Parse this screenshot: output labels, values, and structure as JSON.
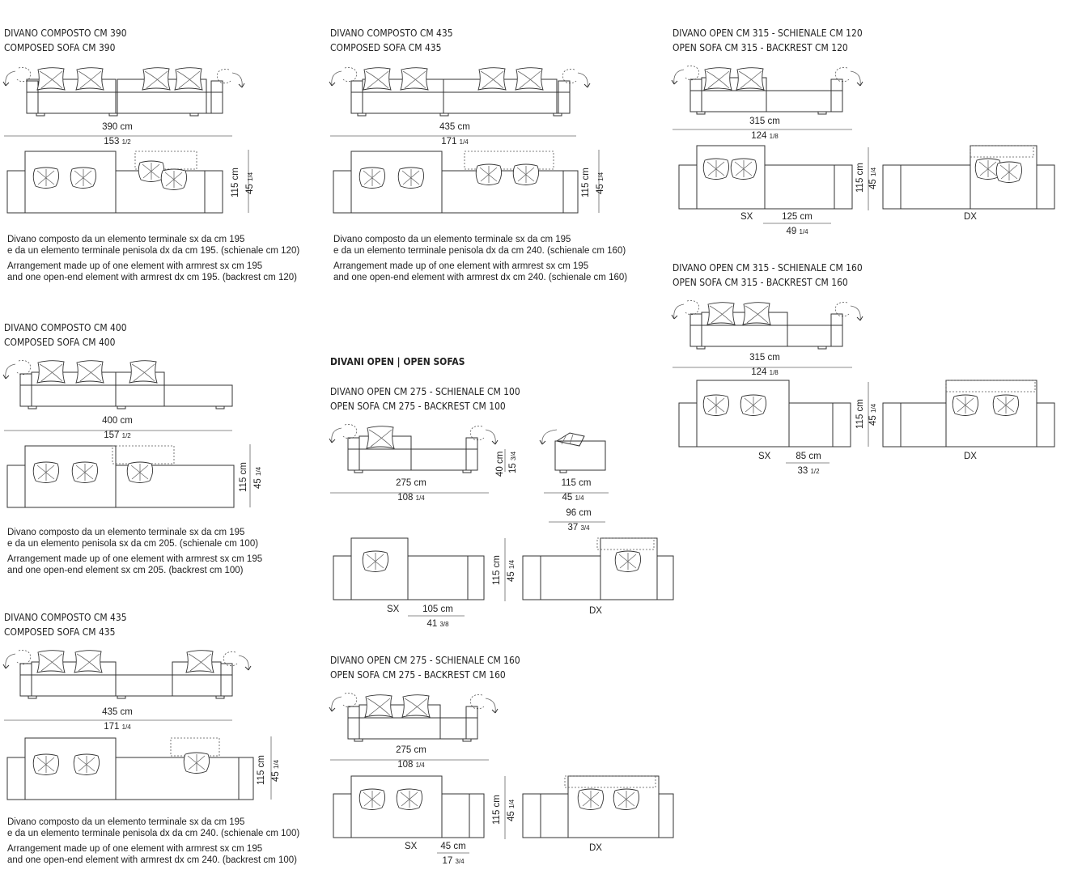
{
  "blocks": [
    {
      "id": "c390",
      "title_it": "DIVANO COMPOSTO CM 390",
      "title_en": "COMPOSED SOFA CM 390",
      "width_cm": "390 cm",
      "width_in": "153",
      "width_in_frac": "1/2",
      "depth_cm": "115 cm",
      "depth_in": "45",
      "depth_in_frac": "1/4",
      "desc_it_1": "Divano composto da un elemento terminale sx da cm 195",
      "desc_it_2": "e da un elemento terminale penisola dx da cm 195. (schienale cm 120)",
      "desc_en_1": "Arrangement made up of one element with armrest sx cm 195",
      "desc_en_2": "and one open-end element with armrest dx cm 195. (backrest cm 120)"
    },
    {
      "id": "c435a",
      "title_it": "DIVANO COMPOSTO CM 435",
      "title_en": "COMPOSED SOFA CM 435",
      "width_cm": "435 cm",
      "width_in": "171",
      "width_in_frac": "1/4",
      "depth_cm": "115 cm",
      "depth_in": "45",
      "depth_in_frac": "1/4",
      "desc_it_1": "Divano composto da un elemento terminale sx da cm 195",
      "desc_it_2": "e da un elemento terminale penisola dx da cm 240. (schienale cm 160)",
      "desc_en_1": "Arrangement made up of one element with armrest sx cm 195",
      "desc_en_2": "and one open-end element with armrest dx cm 240. (schienale cm 160)"
    },
    {
      "id": "c400",
      "title_it": "DIVANO COMPOSTO CM 400",
      "title_en": "COMPOSED SOFA CM 400",
      "width_cm": "400 cm",
      "width_in": "157",
      "width_in_frac": "1/2",
      "depth_cm": "115 cm",
      "depth_in": "45",
      "depth_in_frac": "1/4",
      "desc_it_1": "Divano composto da un elemento terminale sx da cm 195",
      "desc_it_2": "e da un elemento penisola sx da cm 205. (schienale cm 100)",
      "desc_en_1": "Arrangement made up of one element with armrest sx cm 195",
      "desc_en_2": "and one open-end element sx cm 205. (backrest cm 100)"
    },
    {
      "id": "c435b",
      "title_it": "DIVANO COMPOSTO CM 435",
      "title_en": "COMPOSED SOFA CM 435",
      "width_cm": "435 cm",
      "width_in": "171",
      "width_in_frac": "1/4",
      "depth_cm": "115 cm",
      "depth_in": "45",
      "depth_in_frac": "1/4",
      "desc_it_1": "Divano composto da un elemento terminale sx da cm 195",
      "desc_it_2": "e da un elemento terminale penisola dx da cm 240. (schienale cm 100)",
      "desc_en_1": "Arrangement made up of one element with armrest sx cm 195",
      "desc_en_2": "and one open-end element with armrest dx cm 240. (backrest cm 100)"
    }
  ],
  "section_title": "DIVANI OPEN  |  OPEN SOFAS",
  "open": [
    {
      "id": "o275a",
      "title_it": "DIVANO OPEN CM 275 - SCHIENALE CM 100",
      "title_en": "OPEN SOFA CM 275 - BACKREST CM 100",
      "width_cm": "275 cm",
      "width_in": "108",
      "width_in_frac": "1/4",
      "height_cm": "40 cm",
      "height_in": "15",
      "height_in_frac": "3/4",
      "side_depth_cm": "115 cm",
      "side_depth_in": "45",
      "side_depth_in_frac": "1/4",
      "seat_cm": "96 cm",
      "seat_in": "37",
      "seat_in_frac": "3/4",
      "depth_cm": "115 cm",
      "depth_in": "45",
      "depth_in_frac": "1/4",
      "sx": "SX",
      "dx": "DX",
      "back_cm": "105 cm",
      "back_in": "41",
      "back_in_frac": "3/8"
    },
    {
      "id": "o275b",
      "title_it": "DIVANO OPEN CM 275 - SCHIENALE CM 160",
      "title_en": "OPEN SOFA CM 275 - BACKREST CM 160",
      "width_cm": "275 cm",
      "width_in": "108",
      "width_in_frac": "1/4",
      "depth_cm": "115 cm",
      "depth_in": "45",
      "depth_in_frac": "1/4",
      "sx": "SX",
      "dx": "DX",
      "back_cm": "45 cm",
      "back_in": "17",
      "back_in_frac": "3/4"
    },
    {
      "id": "o315a",
      "title_it": "DIVANO OPEN CM 315 - SCHIENALE CM 120",
      "title_en": "OPEN SOFA CM 315 - BACKREST CM 120",
      "width_cm": "315 cm",
      "width_in": "124",
      "width_in_frac": "1/8",
      "depth_cm": "115 cm",
      "depth_in": "45",
      "depth_in_frac": "1/4",
      "sx": "SX",
      "dx": "DX",
      "back_cm": "125 cm",
      "back_in": "49",
      "back_in_frac": "1/4"
    },
    {
      "id": "o315b",
      "title_it": "DIVANO OPEN CM 315 - SCHIENALE CM 160",
      "title_en": "OPEN SOFA CM 315 - BACKREST CM 160",
      "width_cm": "315 cm",
      "width_in": "124",
      "width_in_frac": "1/8",
      "depth_cm": "115 cm",
      "depth_in": "45",
      "depth_in_frac": "1/4",
      "sx": "SX",
      "dx": "DX",
      "back_cm": "85 cm",
      "back_in": "33",
      "back_in_frac": "1/2"
    }
  ]
}
